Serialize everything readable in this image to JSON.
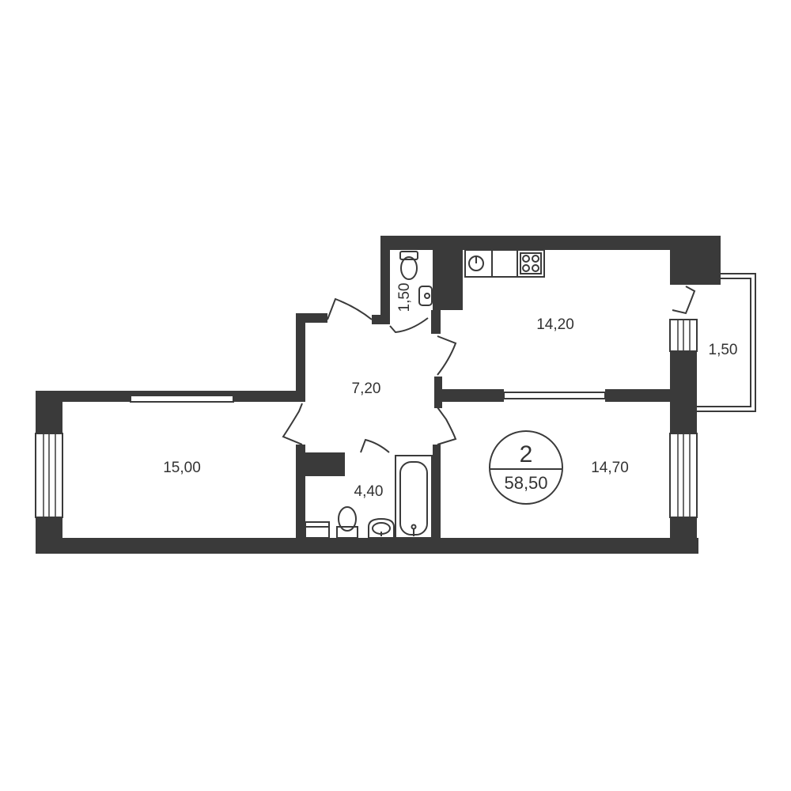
{
  "rooms": {
    "living_room": "15,00",
    "hall": "7,20",
    "kitchen": "14,20",
    "bedroom": "14,70",
    "bathroom": "4,40",
    "wc": "1,50",
    "balcony": "1,50"
  },
  "summary": {
    "room_count": "2",
    "total_area": "58,50"
  },
  "colors": {
    "wall": "#3a3a3a",
    "background": "#ffffff"
  }
}
